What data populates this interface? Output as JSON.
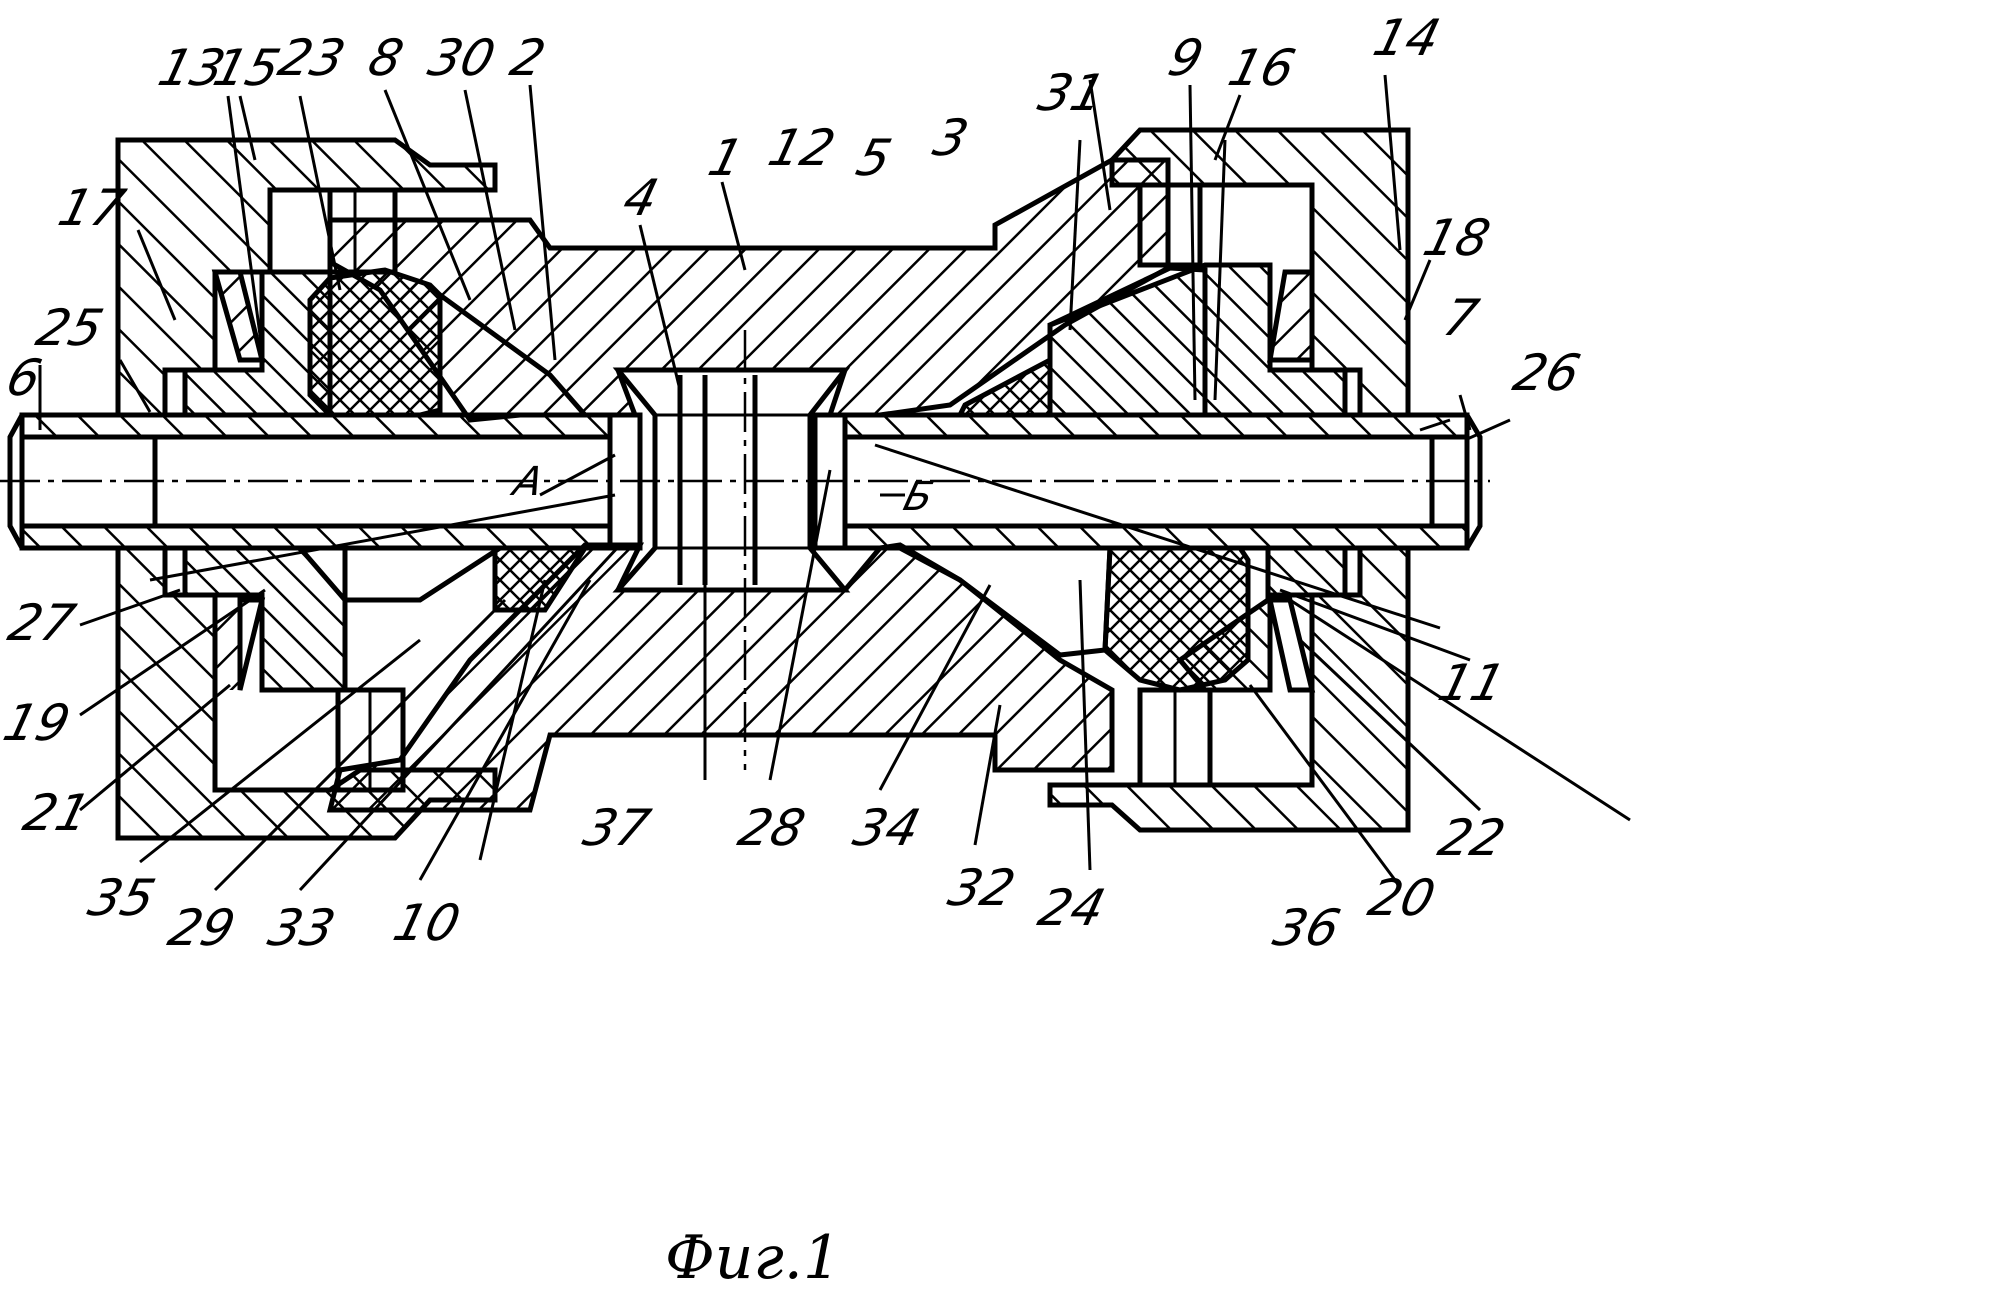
{
  "figure": {
    "caption": "Фиг.1",
    "section_labels": [
      "A",
      "Б"
    ],
    "callouts": [
      "1",
      "2",
      "3",
      "4",
      "5",
      "6",
      "7",
      "8",
      "9",
      "10",
      "11",
      "12",
      "13",
      "14",
      "15",
      "16",
      "17",
      "18",
      "19",
      "20",
      "21",
      "22",
      "23",
      "24",
      "25",
      "26",
      "27",
      "28",
      "29",
      "30",
      "31",
      "32",
      "33",
      "34",
      "35",
      "36",
      "37"
    ]
  }
}
